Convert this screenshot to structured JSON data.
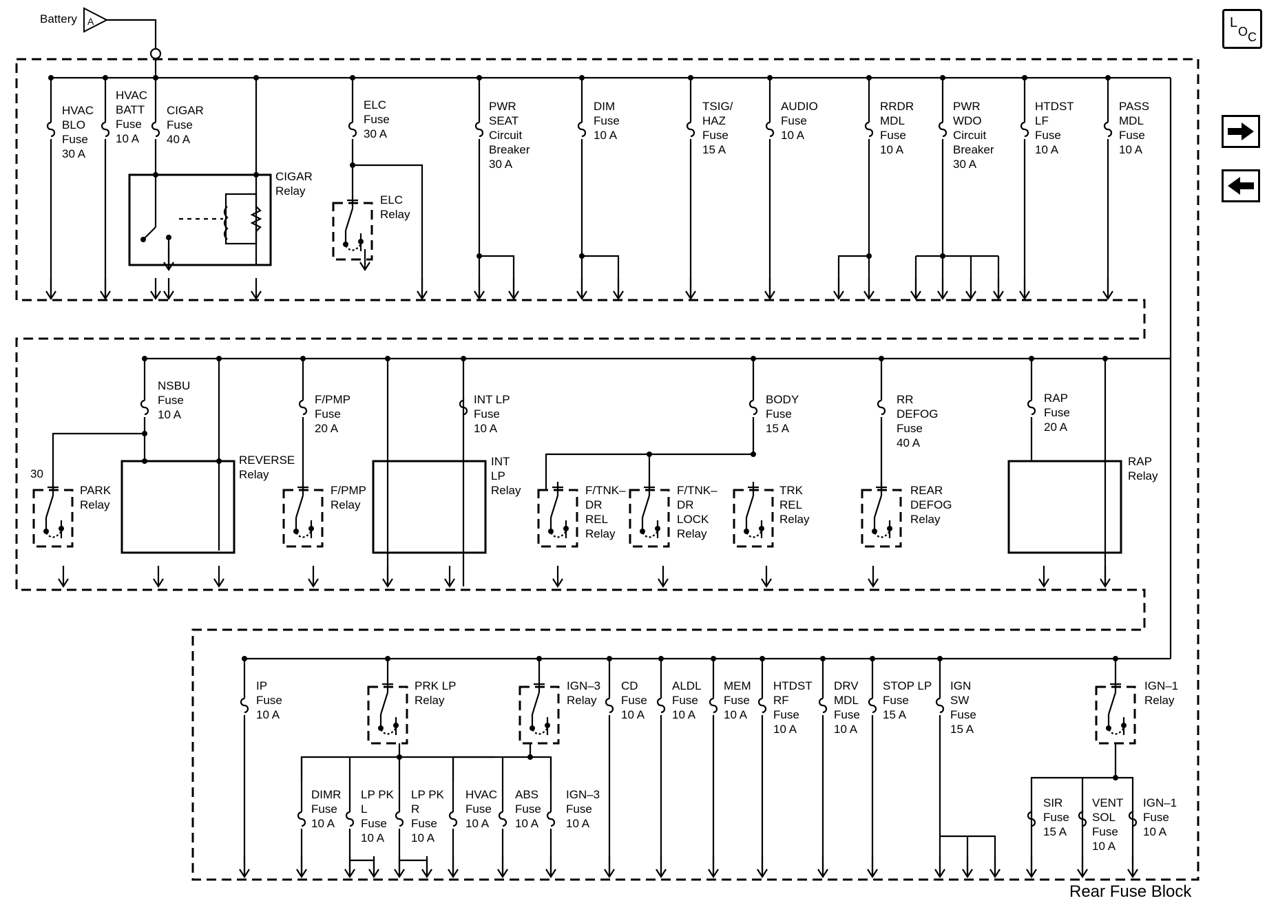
{
  "battery": {
    "label": "Battery",
    "connector": "A"
  },
  "block_label": "Rear Fuse Block",
  "loc_button": {
    "a": "L",
    "b": "O",
    "c": "C"
  },
  "nav": {
    "forward": "forward-arrow",
    "back": "back-arrow"
  },
  "labels": [
    {
      "id": "hvac-blo-fuse",
      "kind": "fuse",
      "lines": [
        "HVAC",
        "BLO",
        "Fuse",
        "30 A"
      ]
    },
    {
      "id": "hvac-batt-fuse",
      "kind": "fuse",
      "lines": [
        "HVAC",
        "BATT",
        "Fuse",
        "10 A"
      ]
    },
    {
      "id": "cigar-fuse",
      "kind": "fuse",
      "lines": [
        "CIGAR",
        "Fuse",
        "40 A"
      ]
    },
    {
      "id": "cigar-relay",
      "kind": "relay",
      "lines": [
        "CIGAR",
        "Relay"
      ]
    },
    {
      "id": "elc-fuse",
      "kind": "fuse",
      "lines": [
        "ELC",
        "Fuse",
        "30 A"
      ]
    },
    {
      "id": "elc-relay",
      "kind": "relay",
      "lines": [
        "ELC",
        "Relay"
      ]
    },
    {
      "id": "pwr-seat-breaker",
      "kind": "breaker",
      "lines": [
        "PWR",
        "SEAT",
        "Circuit",
        "Breaker",
        "30 A"
      ]
    },
    {
      "id": "dim-fuse",
      "kind": "fuse",
      "lines": [
        "DIM",
        "Fuse",
        "10 A"
      ]
    },
    {
      "id": "tsig-haz-fuse",
      "kind": "fuse",
      "lines": [
        "TSIG/",
        "HAZ",
        "Fuse",
        "15 A"
      ]
    },
    {
      "id": "audio-fuse",
      "kind": "fuse",
      "lines": [
        "AUDIO",
        "Fuse",
        "10 A"
      ]
    },
    {
      "id": "rrdr-mdl-fuse",
      "kind": "fuse",
      "lines": [
        "RRDR",
        "MDL",
        "Fuse",
        "10 A"
      ]
    },
    {
      "id": "pwr-wdo-breaker",
      "kind": "breaker",
      "lines": [
        "PWR",
        "WDO",
        "Circuit",
        "Breaker",
        "30 A"
      ]
    },
    {
      "id": "htdst-lf-fuse",
      "kind": "fuse",
      "lines": [
        "HTDST",
        "LF",
        "Fuse",
        "10 A"
      ]
    },
    {
      "id": "pass-mdl-fuse",
      "kind": "fuse",
      "lines": [
        "PASS",
        "MDL",
        "Fuse",
        "10 A"
      ]
    },
    {
      "id": "nsbu-fuse",
      "kind": "fuse",
      "lines": [
        "NSBU",
        "Fuse",
        "10 A"
      ]
    },
    {
      "id": "park-relay",
      "kind": "relay",
      "lines": [
        "PARK",
        "Relay"
      ]
    },
    {
      "id": "park-30",
      "kind": "terminal",
      "lines": [
        "30"
      ]
    },
    {
      "id": "reverse-relay",
      "kind": "relay",
      "lines": [
        "REVERSE",
        "Relay"
      ]
    },
    {
      "id": "fpmp-fuse",
      "kind": "fuse",
      "lines": [
        "F/PMP",
        "Fuse",
        "20 A"
      ]
    },
    {
      "id": "fpmp-relay",
      "kind": "relay",
      "lines": [
        "F/PMP",
        "Relay"
      ]
    },
    {
      "id": "int-lp-fuse",
      "kind": "fuse",
      "lines": [
        "INT LP",
        "Fuse",
        "10 A"
      ]
    },
    {
      "id": "int-lp-relay",
      "kind": "relay",
      "lines": [
        "INT",
        "LP",
        "Relay"
      ]
    },
    {
      "id": "ftnk-dr-rel-relay",
      "kind": "relay",
      "lines": [
        "F/TNK–",
        "DR",
        "REL",
        "Relay"
      ]
    },
    {
      "id": "ftnk-dr-lock-relay",
      "kind": "relay",
      "lines": [
        "F/TNK–",
        "DR",
        "LOCK",
        "Relay"
      ]
    },
    {
      "id": "body-fuse",
      "kind": "fuse",
      "lines": [
        "BODY",
        "Fuse",
        "15 A"
      ]
    },
    {
      "id": "trk-rel-relay",
      "kind": "relay",
      "lines": [
        "TRK",
        "REL",
        "Relay"
      ]
    },
    {
      "id": "rr-defog-fuse",
      "kind": "fuse",
      "lines": [
        "RR",
        "DEFOG",
        "Fuse",
        "40 A"
      ]
    },
    {
      "id": "rear-defog-relay",
      "kind": "relay",
      "lines": [
        "REAR",
        "DEFOG",
        "Relay"
      ]
    },
    {
      "id": "rap-fuse",
      "kind": "fuse",
      "lines": [
        "RAP",
        "Fuse",
        "20 A"
      ]
    },
    {
      "id": "rap-relay",
      "kind": "relay",
      "lines": [
        "RAP",
        "Relay"
      ]
    },
    {
      "id": "ip-fuse",
      "kind": "fuse",
      "lines": [
        "IP",
        "Fuse",
        "10 A"
      ]
    },
    {
      "id": "prk-lp-relay",
      "kind": "relay",
      "lines": [
        "PRK LP",
        "Relay"
      ]
    },
    {
      "id": "ign3-relay",
      "kind": "relay",
      "lines": [
        "IGN–3",
        "Relay"
      ]
    },
    {
      "id": "cd-fuse",
      "kind": "fuse",
      "lines": [
        "CD",
        "Fuse",
        "10 A"
      ]
    },
    {
      "id": "aldl-fuse",
      "kind": "fuse",
      "lines": [
        "ALDL",
        "Fuse",
        "10 A"
      ]
    },
    {
      "id": "mem-fuse",
      "kind": "fuse",
      "lines": [
        "MEM",
        "Fuse",
        "10 A"
      ]
    },
    {
      "id": "htdst-rf-fuse",
      "kind": "fuse",
      "lines": [
        "HTDST",
        "RF",
        "Fuse",
        "10 A"
      ]
    },
    {
      "id": "drv-mdl-fuse",
      "kind": "fuse",
      "lines": [
        "DRV",
        "MDL",
        "Fuse",
        "10 A"
      ]
    },
    {
      "id": "stop-lp-fuse",
      "kind": "fuse",
      "lines": [
        "STOP LP",
        "Fuse",
        "15 A"
      ]
    },
    {
      "id": "ign-sw-fuse",
      "kind": "fuse",
      "lines": [
        "IGN",
        "SW",
        "Fuse",
        "15 A"
      ]
    },
    {
      "id": "ign1-relay",
      "kind": "relay",
      "lines": [
        "IGN–1",
        "Relay"
      ]
    },
    {
      "id": "dimr-fuse",
      "kind": "fuse",
      "lines": [
        "DIMR",
        "Fuse",
        "10 A"
      ]
    },
    {
      "id": "lp-pk-l-fuse",
      "kind": "fuse",
      "lines": [
        "LP PK",
        "L",
        "Fuse",
        "10 A"
      ]
    },
    {
      "id": "lp-pk-r-fuse",
      "kind": "fuse",
      "lines": [
        "LP PK",
        "R",
        "Fuse",
        "10 A"
      ]
    },
    {
      "id": "hvac-fuse",
      "kind": "fuse",
      "lines": [
        "HVAC",
        "Fuse",
        "10 A"
      ]
    },
    {
      "id": "abs-fuse",
      "kind": "fuse",
      "lines": [
        "ABS",
        "Fuse",
        "10 A"
      ]
    },
    {
      "id": "ign3-fuse",
      "kind": "fuse",
      "lines": [
        "IGN–3",
        "Fuse",
        "10 A"
      ]
    },
    {
      "id": "sir-fuse",
      "kind": "fuse",
      "lines": [
        "SIR",
        "Fuse",
        "15 A"
      ]
    },
    {
      "id": "vent-sol-fuse",
      "kind": "fuse",
      "lines": [
        "VENT",
        "SOL",
        "Fuse",
        "10 A"
      ]
    },
    {
      "id": "ign1-fuse",
      "kind": "fuse",
      "lines": [
        "IGN–1",
        "Fuse",
        "10 A"
      ]
    }
  ]
}
